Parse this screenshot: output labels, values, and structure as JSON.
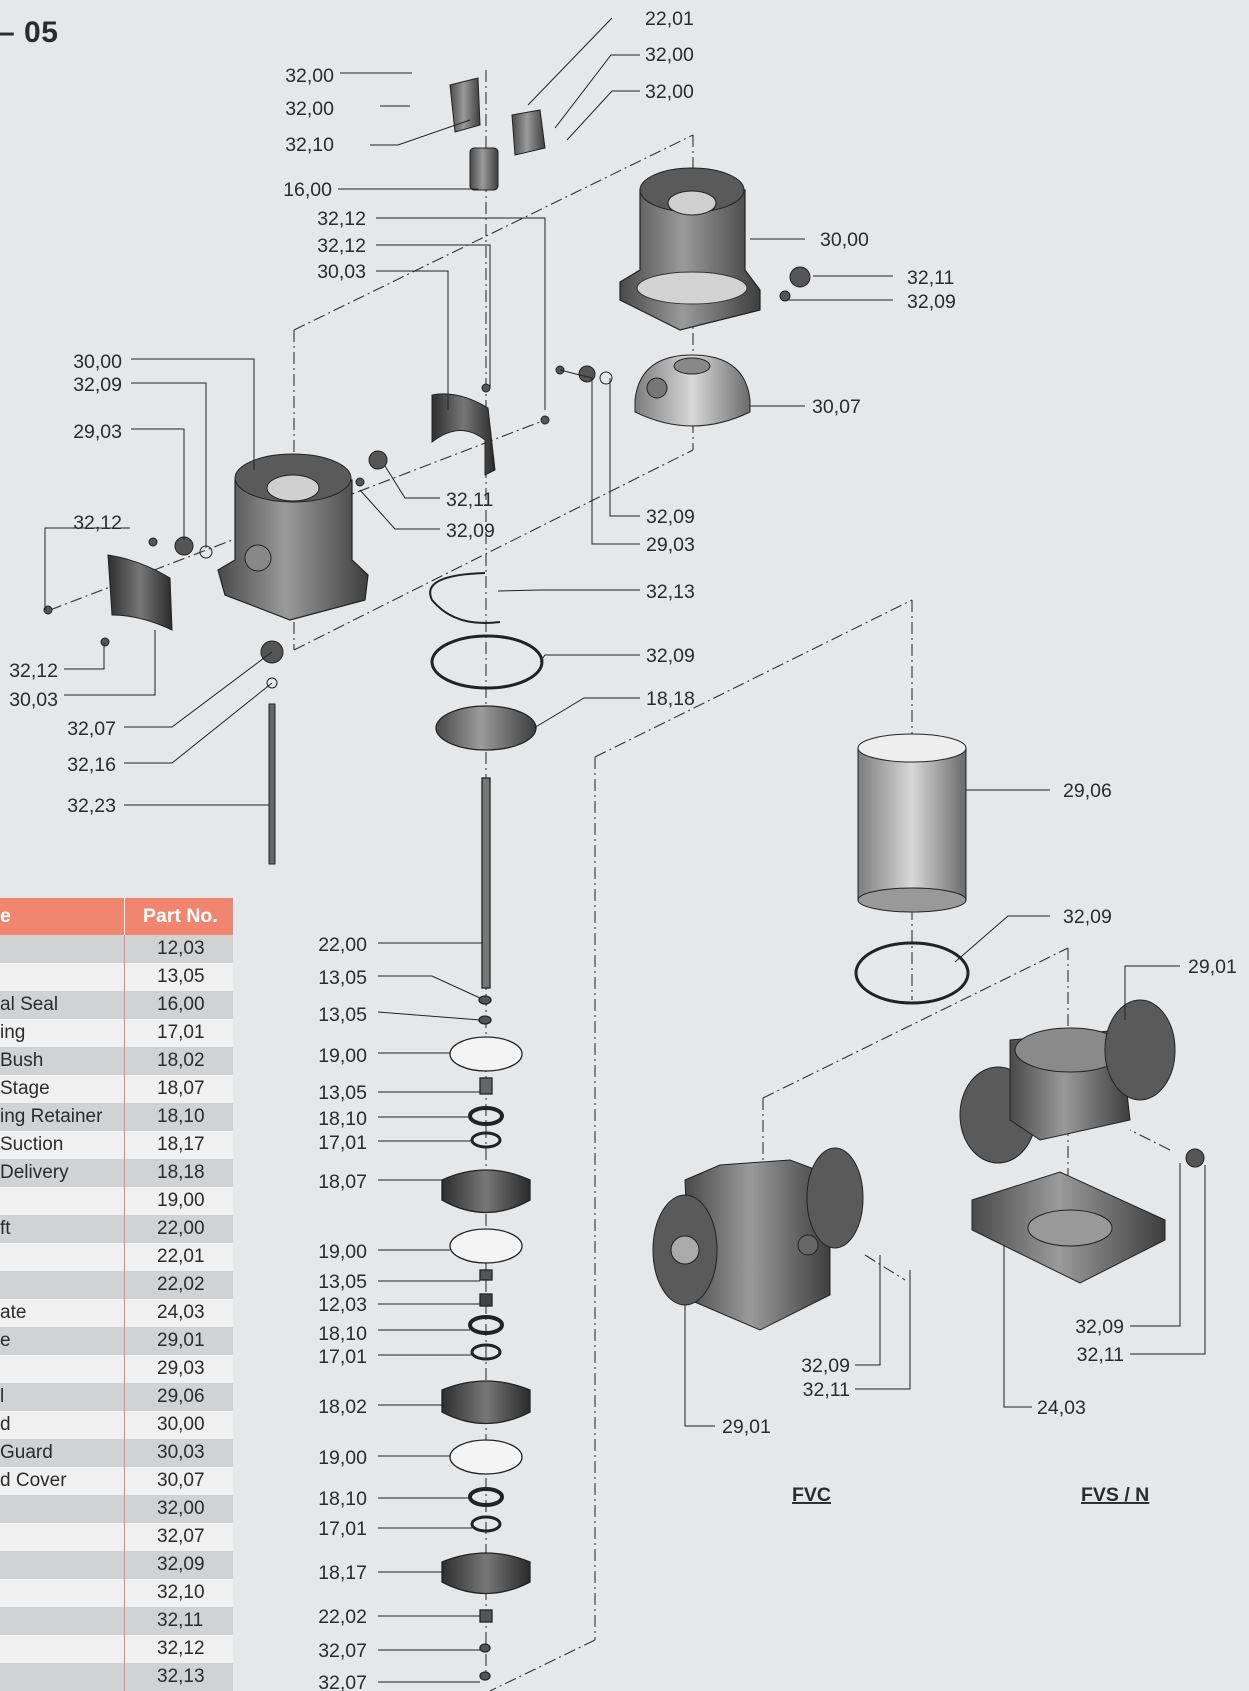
{
  "title": "– 05",
  "table": {
    "headers": [
      "e",
      "Part No."
    ],
    "rows": [
      {
        "name": "",
        "part": "12,03"
      },
      {
        "name": "",
        "part": "13,05"
      },
      {
        "name": "al Seal",
        "part": "16,00"
      },
      {
        "name": "ing",
        "part": "17,01"
      },
      {
        "name": " Bush",
        "part": "18,02"
      },
      {
        "name": " Stage",
        "part": "18,07"
      },
      {
        "name": "ing Retainer",
        "part": "18,10"
      },
      {
        "name": " Suction",
        "part": "18,17"
      },
      {
        "name": " Delivery",
        "part": "18,18"
      },
      {
        "name": "",
        "part": "19,00"
      },
      {
        "name": "ft",
        "part": "22,00"
      },
      {
        "name": "",
        "part": "22,01"
      },
      {
        "name": "",
        "part": "22,02"
      },
      {
        "name": "ate",
        "part": "24,03"
      },
      {
        "name": "e",
        "part": "29,01"
      },
      {
        "name": "",
        "part": "29,03"
      },
      {
        "name": "l",
        "part": "29,06"
      },
      {
        "name": "d",
        "part": "30,00"
      },
      {
        "name": "Guard",
        "part": "30,03"
      },
      {
        "name": "d Cover",
        "part": "30,07"
      },
      {
        "name": "",
        "part": "32,00"
      },
      {
        "name": "",
        "part": "32,07"
      },
      {
        "name": "",
        "part": "32,09"
      },
      {
        "name": "",
        "part": "32,10"
      },
      {
        "name": "",
        "part": "32,11"
      },
      {
        "name": "",
        "part": "32,12"
      },
      {
        "name": "",
        "part": "32,13"
      }
    ]
  },
  "labels": {
    "top_22_01": "22,01",
    "top_32_00_a": "32,00",
    "top_32_00_b": "32,00",
    "l_32_00_a": "32,00",
    "l_32_00_b": "32,00",
    "l_32_10": "32,10",
    "l_16_00": "16,00",
    "l_32_12_a": "32,12",
    "l_32_12_b": "32,12",
    "l_30_03": "30,03",
    "r_30_00": "30,00",
    "r_32_11": "32,11",
    "r_32_09": "32,09",
    "r_30_07": "30,07",
    "sl_30_00": "30,00",
    "sl_32_09": "32,09",
    "sl_29_03": "29,03",
    "sl_32_12": "32,12",
    "c_32_11": "32,11",
    "c_32_09": "32,09",
    "c2_32_09": "32,09",
    "c2_29_03": "29,03",
    "bl_32_12": "32,12",
    "bl_30_03": "30,03",
    "bl_32_07": "32,07",
    "bl_32_16": "32,16",
    "bl_32_23": "32,23",
    "m_32_13": "32,13",
    "m_32_09": "32,09",
    "m_18_18": "18,18",
    "s_22_00": "22,00",
    "s_13_05_a": "13,05",
    "s_13_05_b": "13,05",
    "s_19_00_a": "19,00",
    "s_13_05_c": "13,05",
    "s_18_10_a": "18,10",
    "s_17_01_a": "17,01",
    "s_18_07": "18,07",
    "s_19_00_b": "19,00",
    "s_13_05_d": "13,05",
    "s_12_03": "12,03",
    "s_18_10_b": "18,10",
    "s_17_01_b": "17,01",
    "s_18_02": "18,02",
    "s_19_00_c": "19,00",
    "s_18_10_c": "18,10",
    "s_17_01_c": "17,01",
    "s_18_17": "18,17",
    "s_22_02": "22,02",
    "s_32_07_a": "32,07",
    "s_32_07_b": "32,07",
    "k_29_06": "29,06",
    "k_32_09": "32,09",
    "k_29_01": "29,01",
    "f_32_09": "32,09",
    "f_32_11": "32,11",
    "f_29_01": "29,01",
    "n_32_09": "32,09",
    "n_32_11": "32,11",
    "n_24_03": "24,03",
    "fvc": "FVC",
    "fvsn": "FVS / N"
  }
}
